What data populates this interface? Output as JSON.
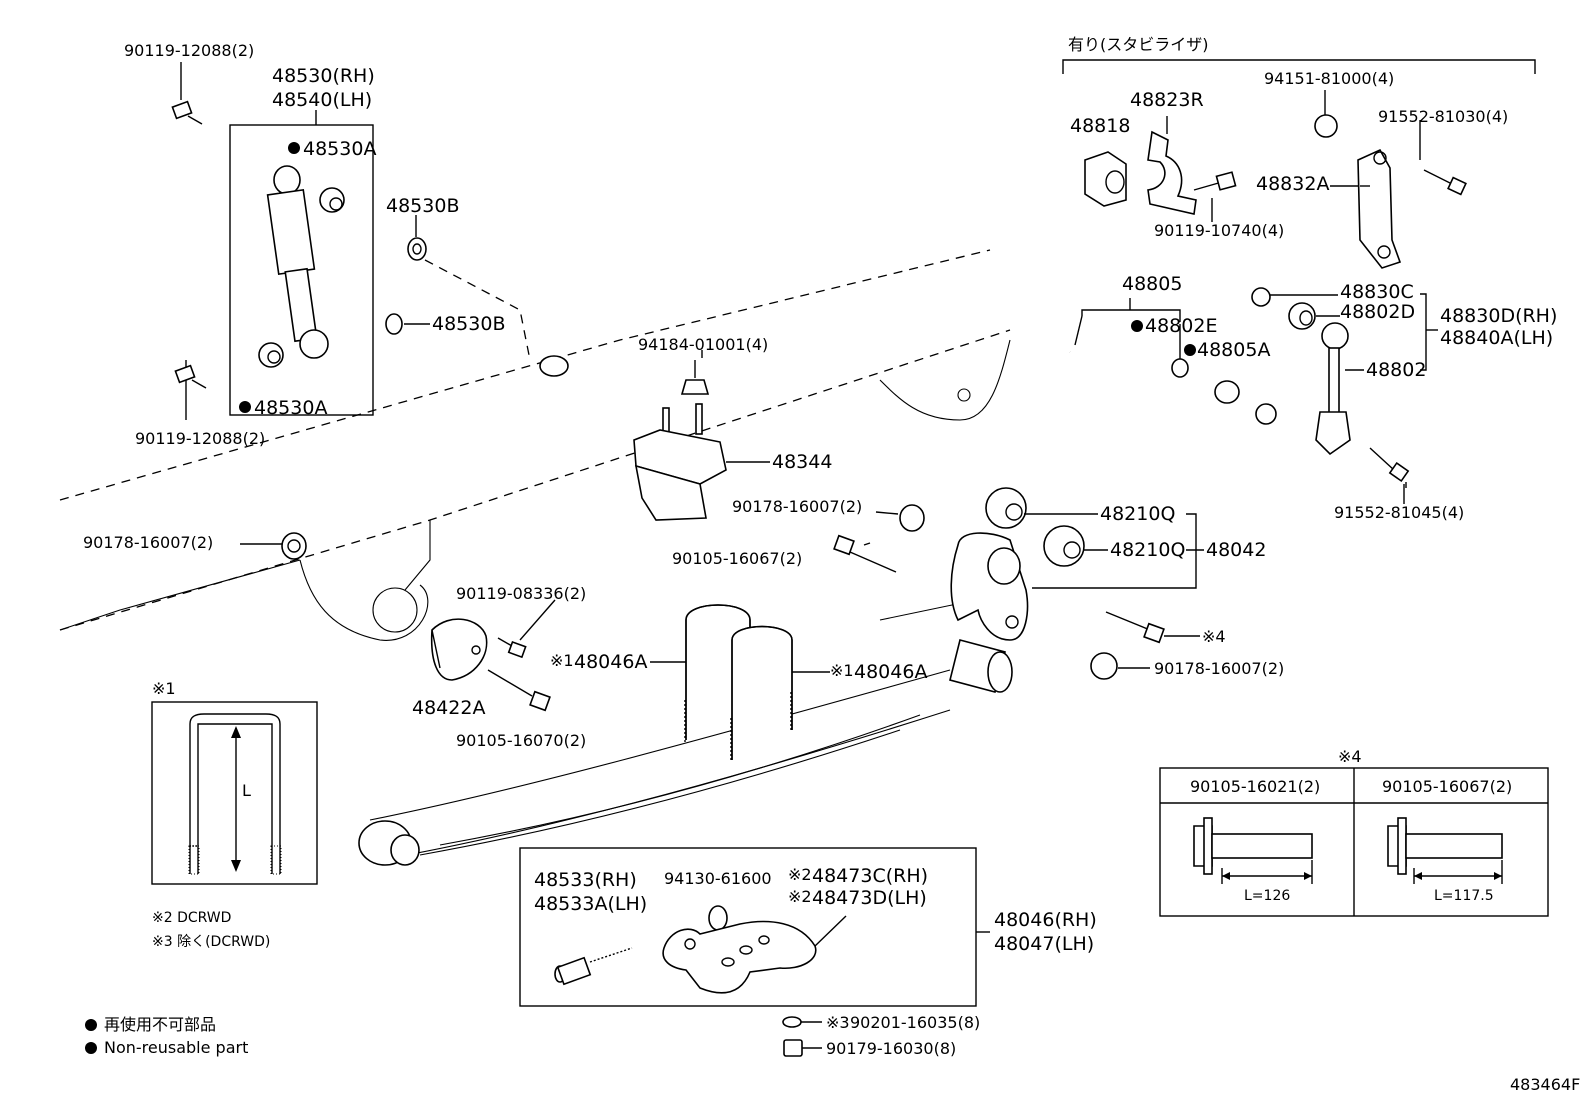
{
  "diagram_id": "483464F",
  "stabilizer_group_label": "有り(スタビライザ)",
  "labels": {
    "bolt_top_left": "90119-12088(2)",
    "shock_rh": "48530(RH)",
    "shock_lh": "48540(LH)",
    "bushing_a_top": "48530A",
    "bushing_a_bottom": "48530A",
    "washer_b_top": "48530B",
    "washer_b_mid": "48530B",
    "bolt_mid_left": "90119-12088(2)",
    "nut_left": "90178-16007(2)",
    "nut_bump": "94184-01001(4)",
    "bump_stopper": "48344",
    "nut_center": "90178-16007(2)",
    "bolt_center": "90105-16067(2)",
    "bolt_small": "90119-08336(2)",
    "bracket": "48422A",
    "bolt_bracket": "90105-16070(2)",
    "ubolt_left": "48046A",
    "ubolt_right": "48046A",
    "ubolt_mark": "※1",
    "stab_bushing": "48818",
    "stab_bracket": "48823R",
    "stab_bolt": "90119-10740(4)",
    "nut_stab": "94151-81000(4)",
    "bolt_stab": "91552-81030(4)",
    "link_bracket": "48832A",
    "stabilizer_bar": "48805",
    "bushing_e": "48802E",
    "bushing_stab_a": "48805A",
    "link_c": "48830C",
    "link_d": "48802D",
    "link_rh": "48830D(RH)",
    "link_lh": "48840A(LH)",
    "link": "48802",
    "bolt_link": "91552-81045(4)",
    "bushing_q1": "48210Q",
    "bushing_q2": "48210Q",
    "shackle": "48042",
    "mark4": "※4",
    "nut_shackle": "90178-16007(2)",
    "stud_rh": "48533(RH)",
    "stud_lh": "48533A(LH)",
    "plug": "94130-61600",
    "plate_c": "48473C(RH)",
    "plate_d": "48473D(LH)",
    "mark2": "※2",
    "spring_rh": "48046(RH)",
    "spring_lh": "48047(LH)",
    "washer_bottom": "90201-16035(8)",
    "mark3": "※3",
    "nut_bottom": "90179-16030(8)"
  },
  "ubolt_box": {
    "mark": "※1",
    "dim_label": "L"
  },
  "notes": {
    "note2": "※2 DCRWD",
    "note3": "※3 除く(DCRWD)",
    "legend_jp": "再使用不可部品",
    "legend_en": "Non-reusable part"
  },
  "bolt_table": {
    "mark": "※4",
    "columns": [
      {
        "part": "90105-16021(2)",
        "length": "L=126"
      },
      {
        "part": "90105-16067(2)",
        "length": "L=117.5"
      }
    ]
  }
}
